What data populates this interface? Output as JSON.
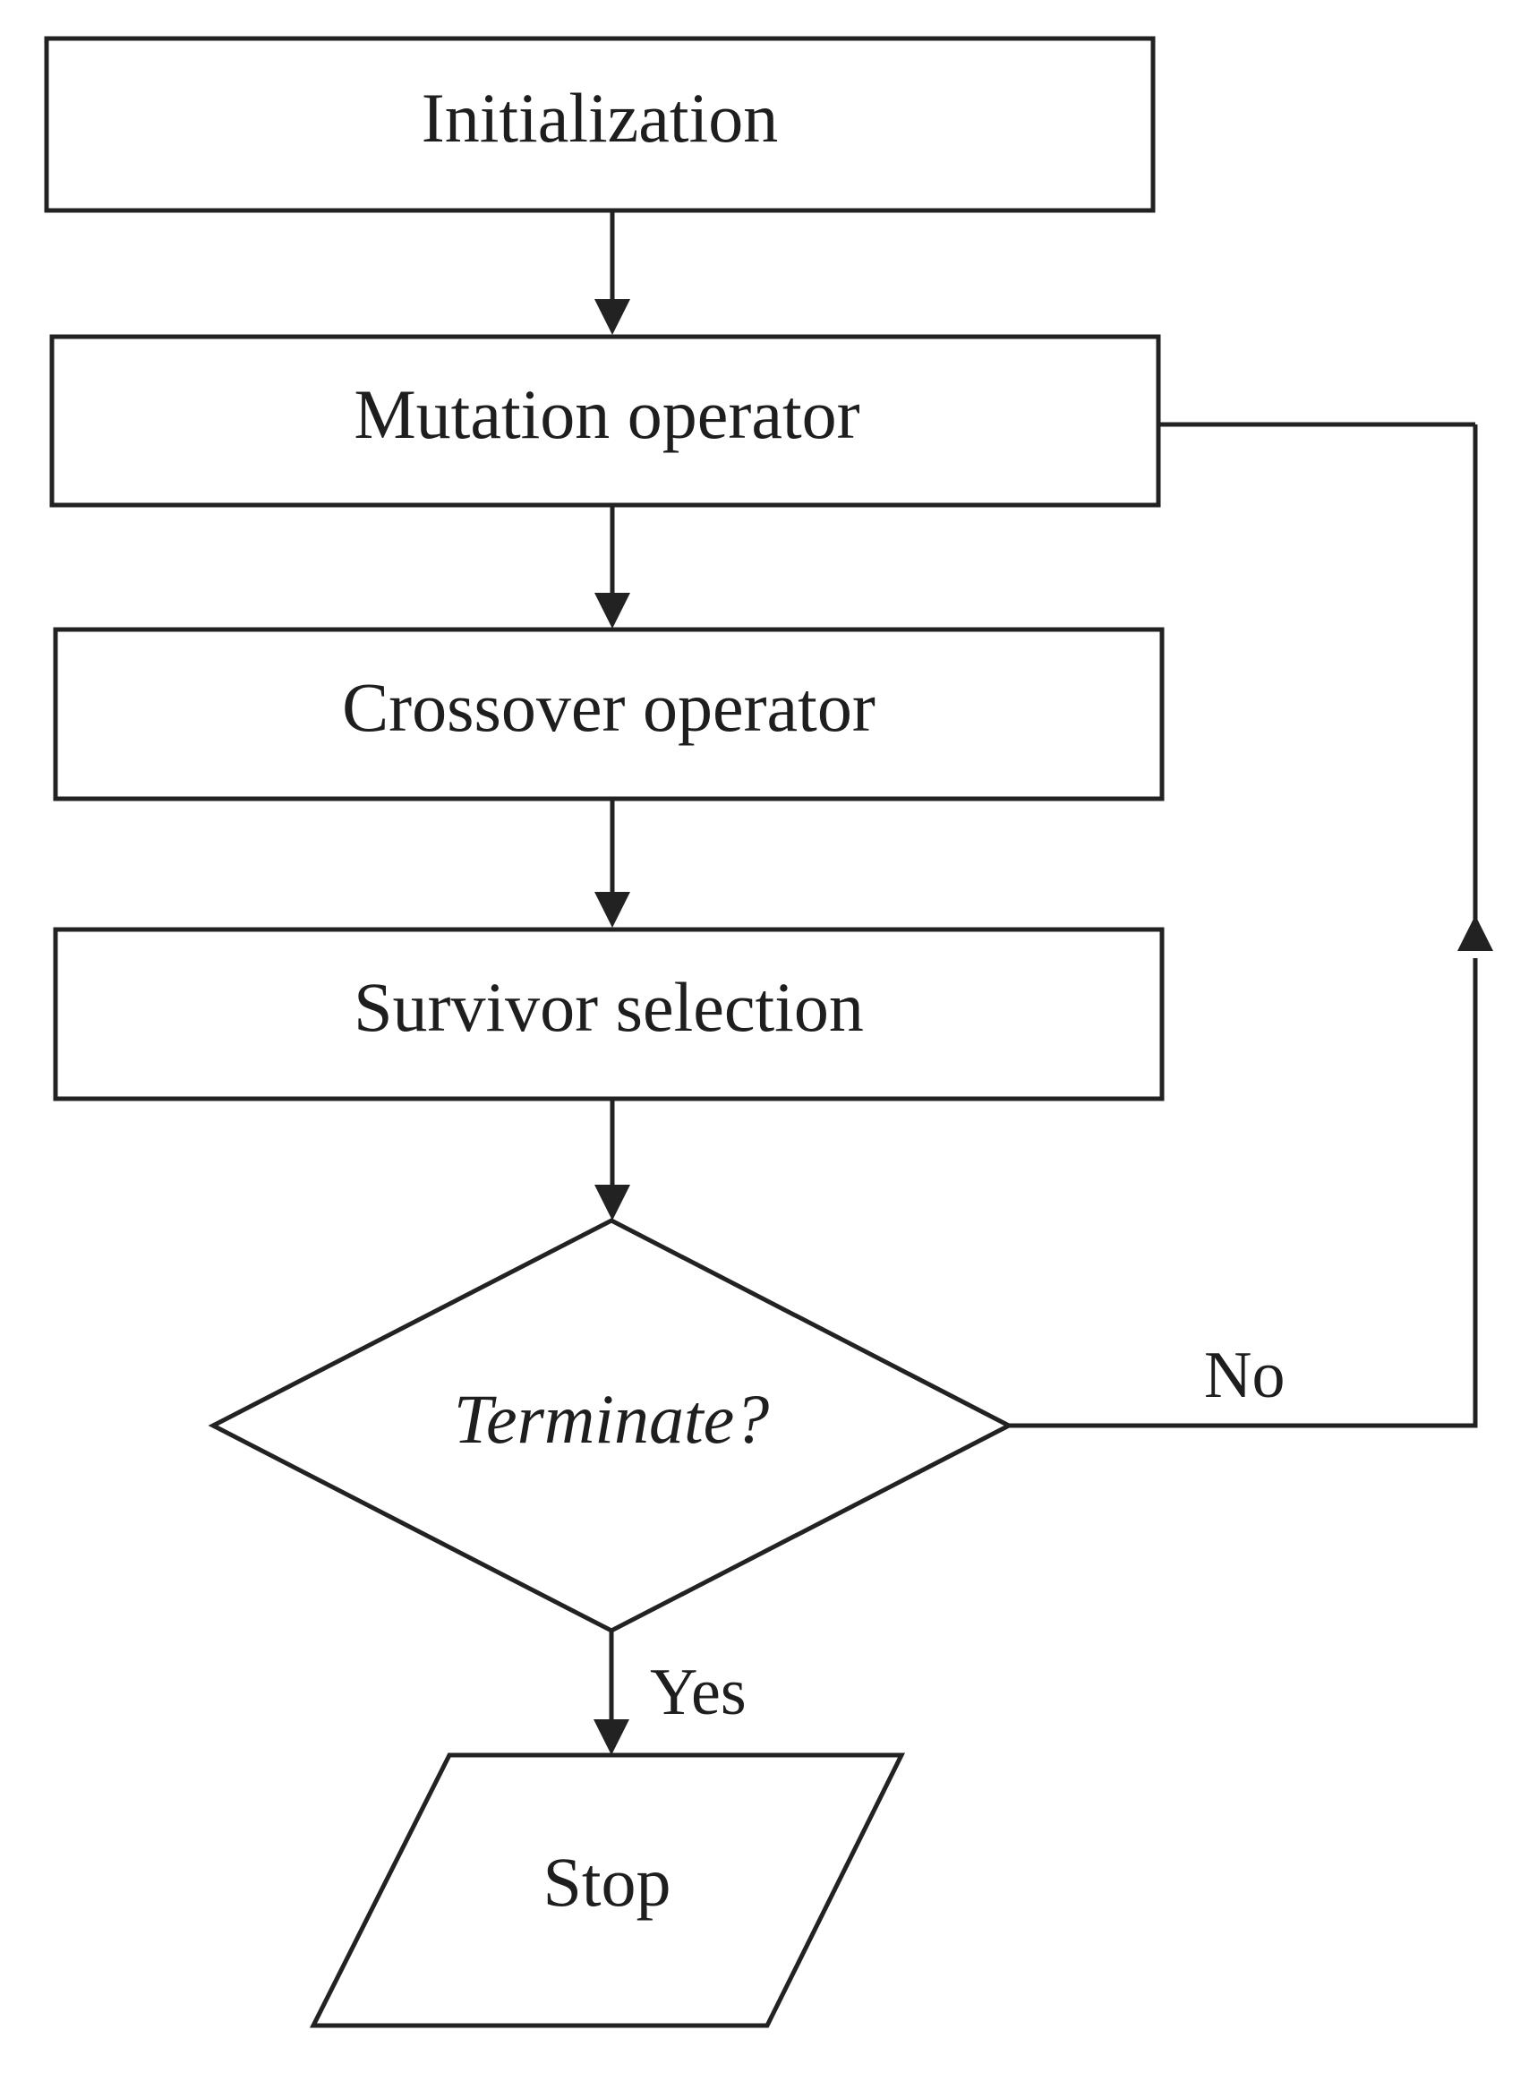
{
  "nodes": {
    "initialization": "Initialization",
    "mutation": "Mutation operator",
    "crossover": "Crossover operator",
    "survivor": "Survivor selection",
    "terminate": "Terminate?",
    "stop": "Stop"
  },
  "edges": {
    "yes": "Yes",
    "no": "No"
  }
}
